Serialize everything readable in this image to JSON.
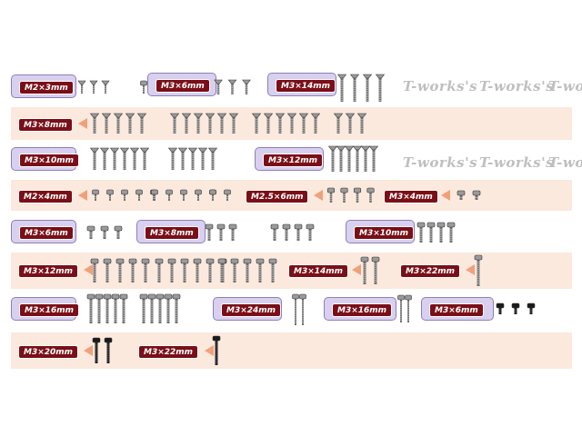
{
  "watermark": "T-works's",
  "labels": {
    "r1": [
      "M2×3mm",
      "M3×6mm",
      "M3×14mm"
    ],
    "r2": [
      "M3×8mm"
    ],
    "r3": [
      "M3×10mm",
      "M3×12mm"
    ],
    "r4": [
      "M2×4mm",
      "M2.5×6mm",
      "M3×4mm"
    ],
    "r5": [
      "M3×6mm",
      "M3×8mm",
      "M3×10mm"
    ],
    "r6": [
      "M3×12mm",
      "M3×14mm",
      "M3×22mm"
    ],
    "r7": [
      "M3×16mm",
      "M3×24mm",
      "M3×16mm",
      "M3×6mm"
    ],
    "r8": [
      "M3×20mm",
      "M3×22mm"
    ]
  }
}
